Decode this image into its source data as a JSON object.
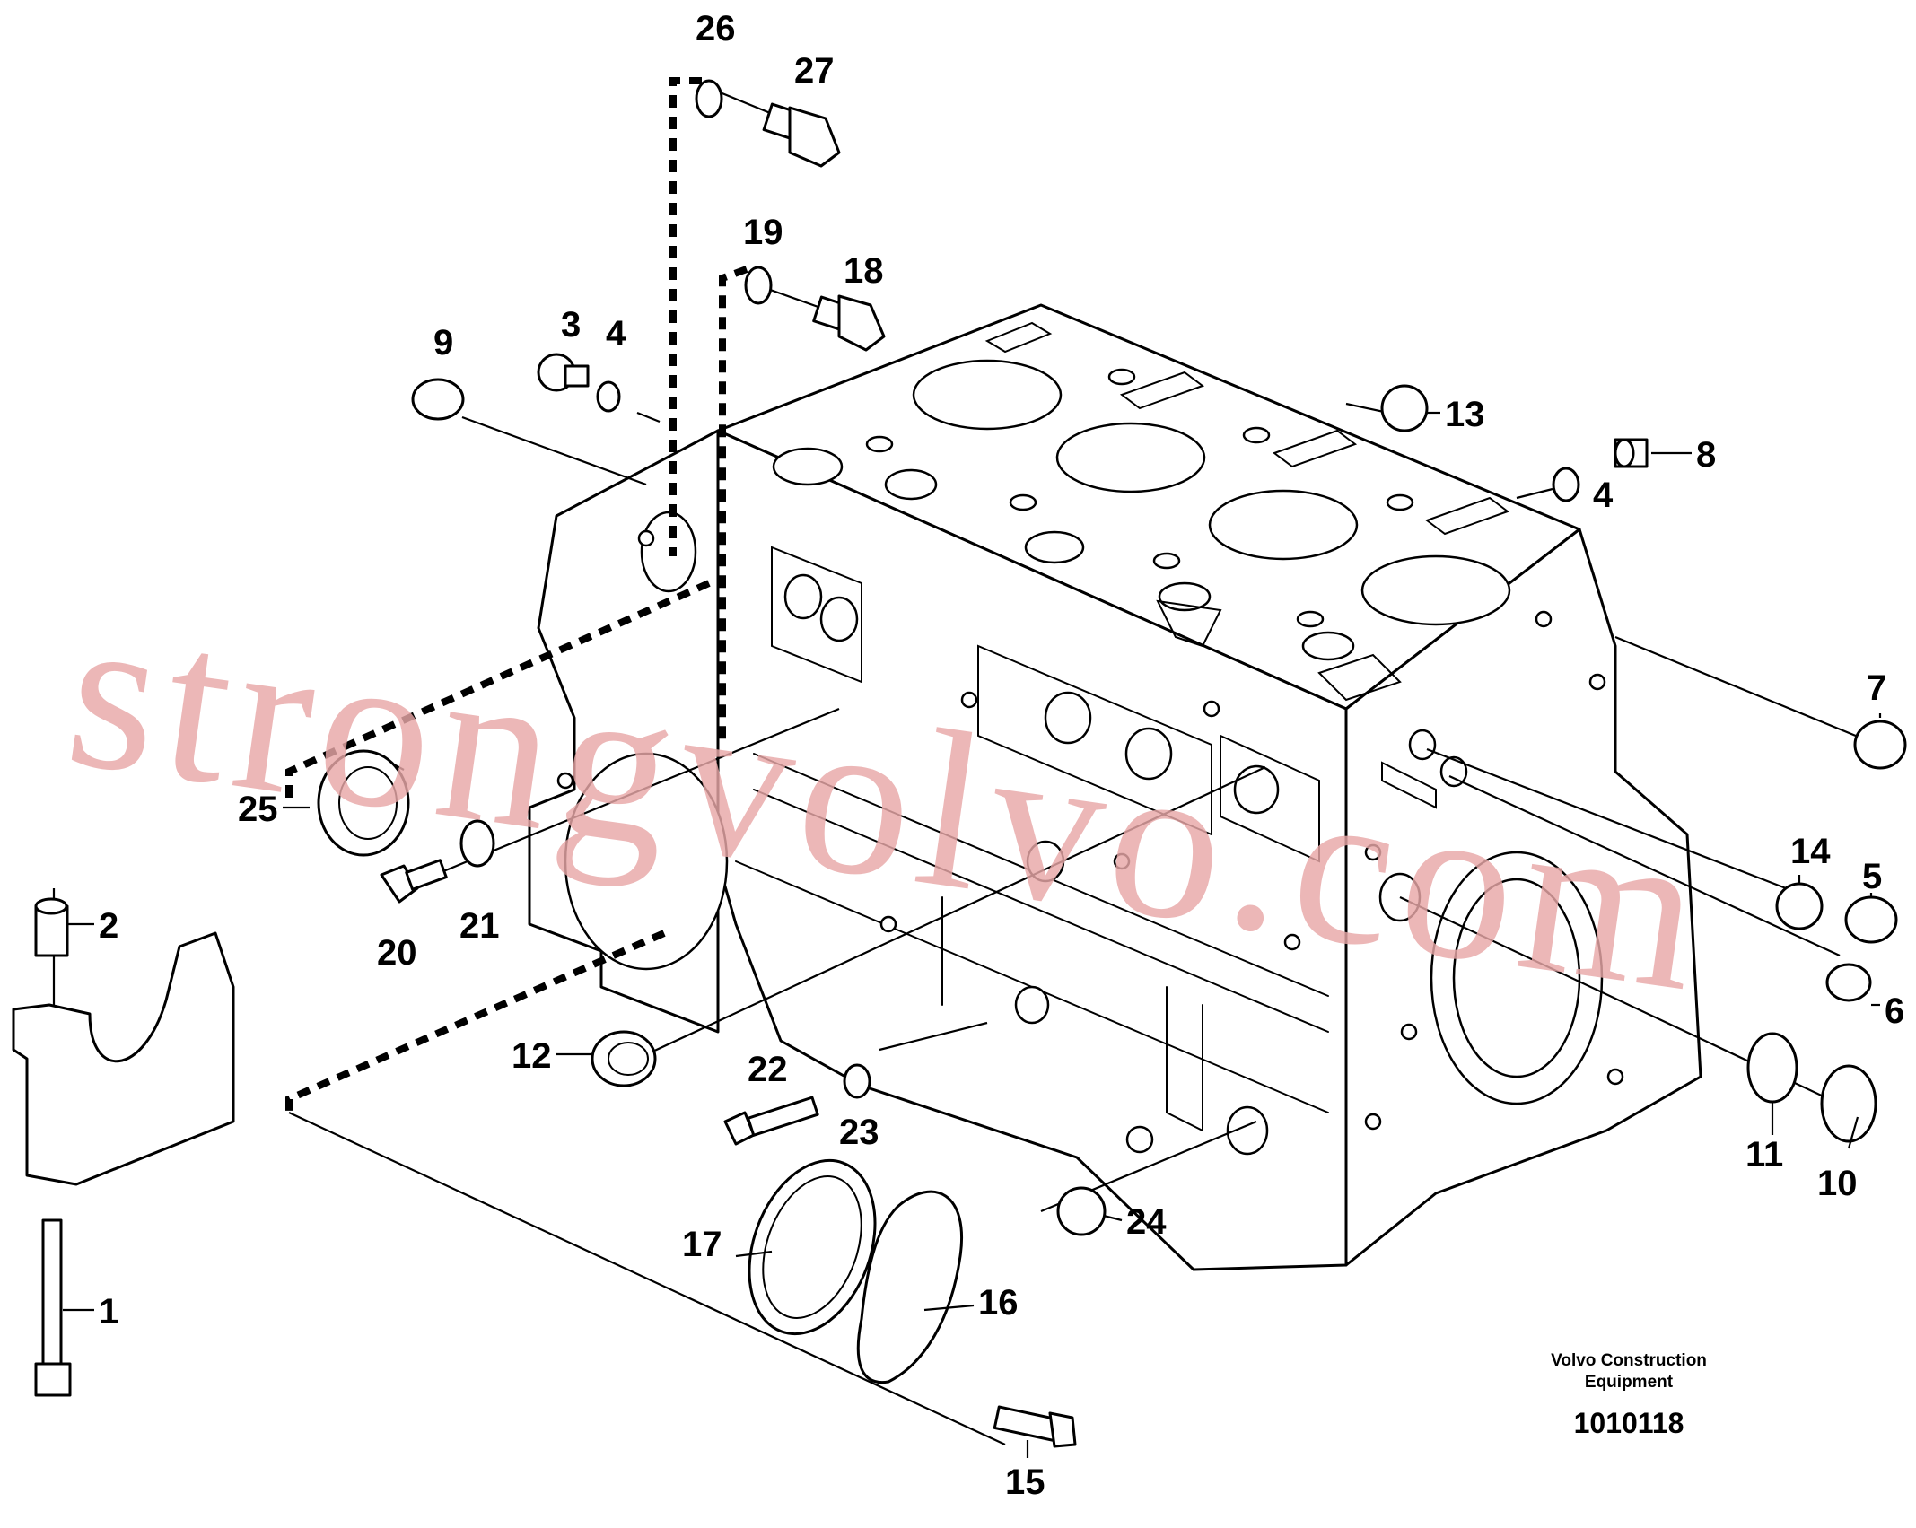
{
  "diagram": {
    "callouts": [
      "1",
      "2",
      "3",
      "4",
      "4",
      "5",
      "6",
      "7",
      "8",
      "9",
      "10",
      "11",
      "12",
      "13",
      "14",
      "15",
      "16",
      "17",
      "18",
      "19",
      "20",
      "21",
      "22",
      "23",
      "24",
      "25",
      "26",
      "27"
    ],
    "credit_line1": "Volvo Construction",
    "credit_line2": "Equipment",
    "reference": "1010118",
    "watermark": "strongvolvo.com"
  },
  "colors": {
    "line": "#000000",
    "background": "#ffffff",
    "watermark": "#e8a8a8"
  }
}
